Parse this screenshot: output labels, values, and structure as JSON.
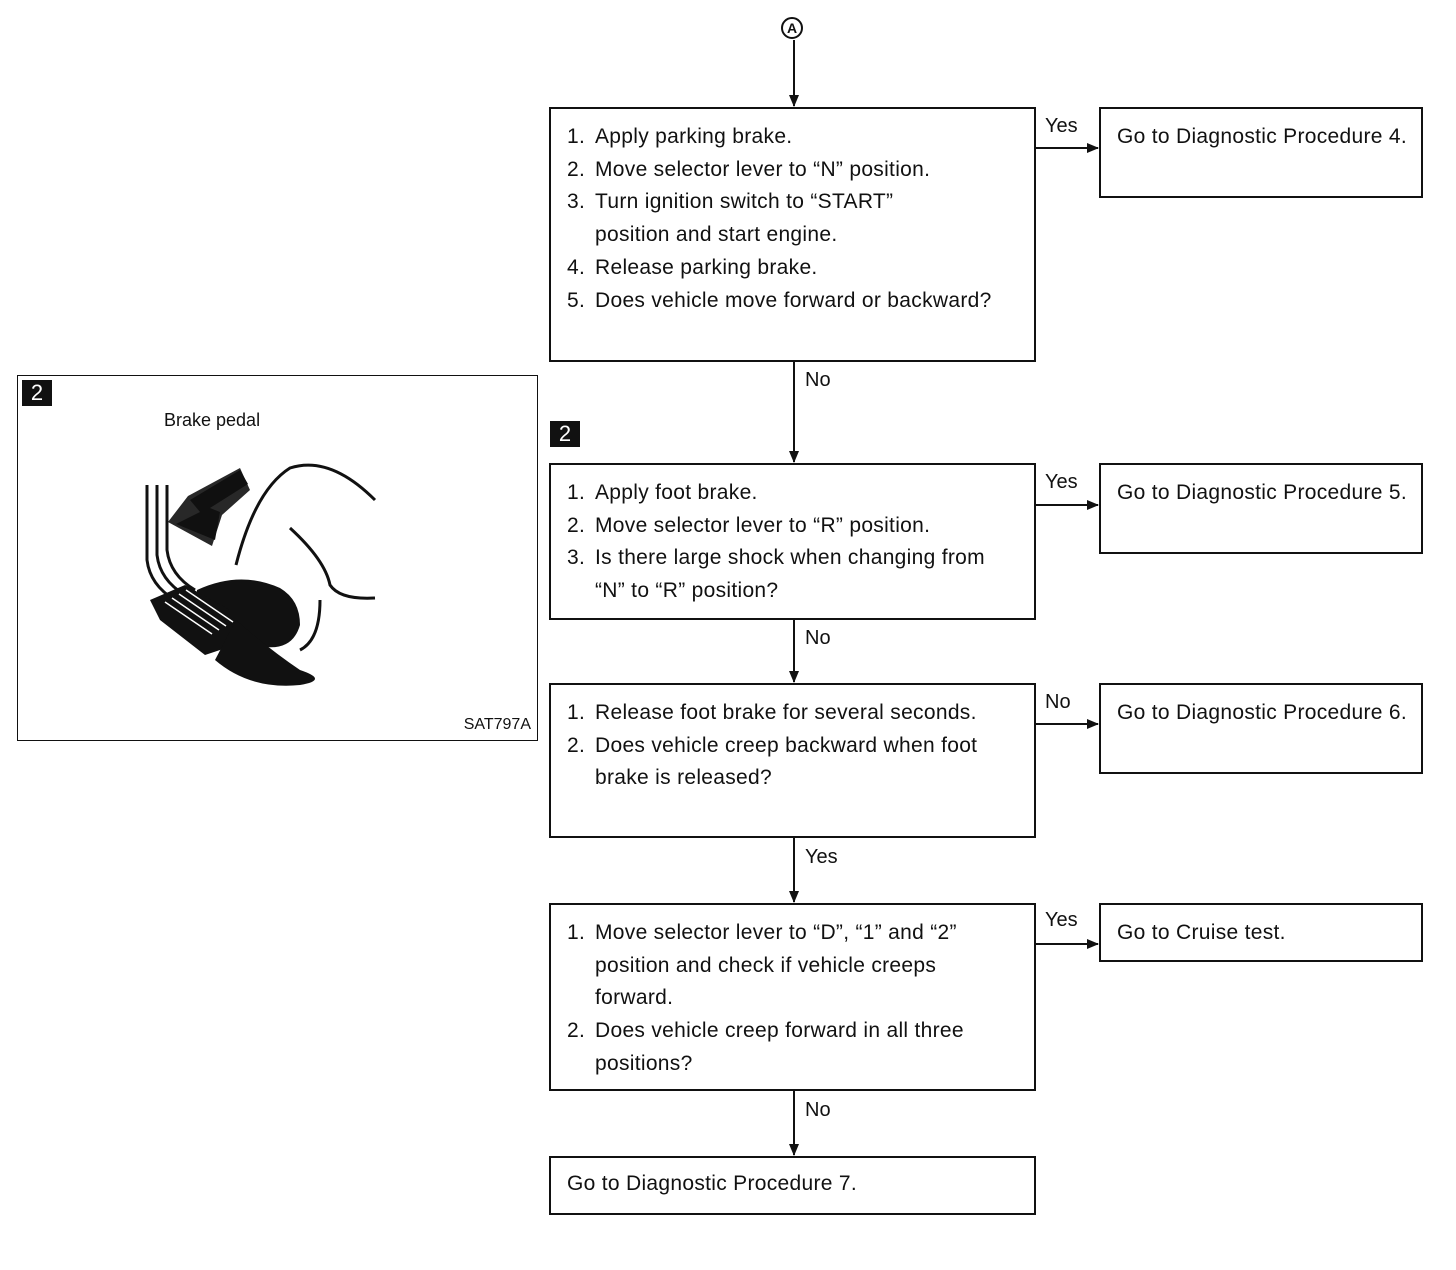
{
  "connector": {
    "label": "A"
  },
  "badges": {
    "figure": "2",
    "step": "2"
  },
  "figure": {
    "caption": "Brake pedal",
    "code": "SAT797A"
  },
  "boxes": [
    {
      "steps": [
        {
          "n": "1.",
          "text": "Apply parking brake."
        },
        {
          "n": "2.",
          "text": "Move selector lever to “N” position."
        },
        {
          "n": "3.",
          "text": "Turn ignition switch to “START” position and start engine."
        },
        {
          "n": "4.",
          "text": "Release parking brake."
        },
        {
          "n": "5.",
          "text": "Does vehicle move forward or backward?"
        }
      ],
      "side_label": "Yes",
      "side_result": "Go to Diagnostic Procedure 4.",
      "down_label": "No"
    },
    {
      "steps": [
        {
          "n": "1.",
          "text": "Apply foot brake."
        },
        {
          "n": "2.",
          "text": "Move selector lever to “R” position."
        },
        {
          "n": "3.",
          "text": "Is there large shock when changing from “N” to “R” position?"
        }
      ],
      "side_label": "Yes",
      "side_result": "Go to Diagnostic Procedure 5.",
      "down_label": "No"
    },
    {
      "steps": [
        {
          "n": "1.",
          "text": "Release foot brake for several seconds."
        },
        {
          "n": "2.",
          "text": "Does vehicle creep backward when foot brake is released?"
        }
      ],
      "side_label": "No",
      "side_result": "Go to Diagnostic Procedure 6.",
      "down_label": "Yes"
    },
    {
      "steps": [
        {
          "n": "1.",
          "text": "Move selector lever to “D”, “1” and “2” position and check if vehicle creeps forward."
        },
        {
          "n": "2.",
          "text": "Does vehicle creep forward in all three positions?"
        }
      ],
      "side_label": "Yes",
      "side_result": "Go to Cruise test.",
      "down_label": "No"
    }
  ],
  "final": {
    "text": "Go to Diagnostic Procedure 7."
  }
}
